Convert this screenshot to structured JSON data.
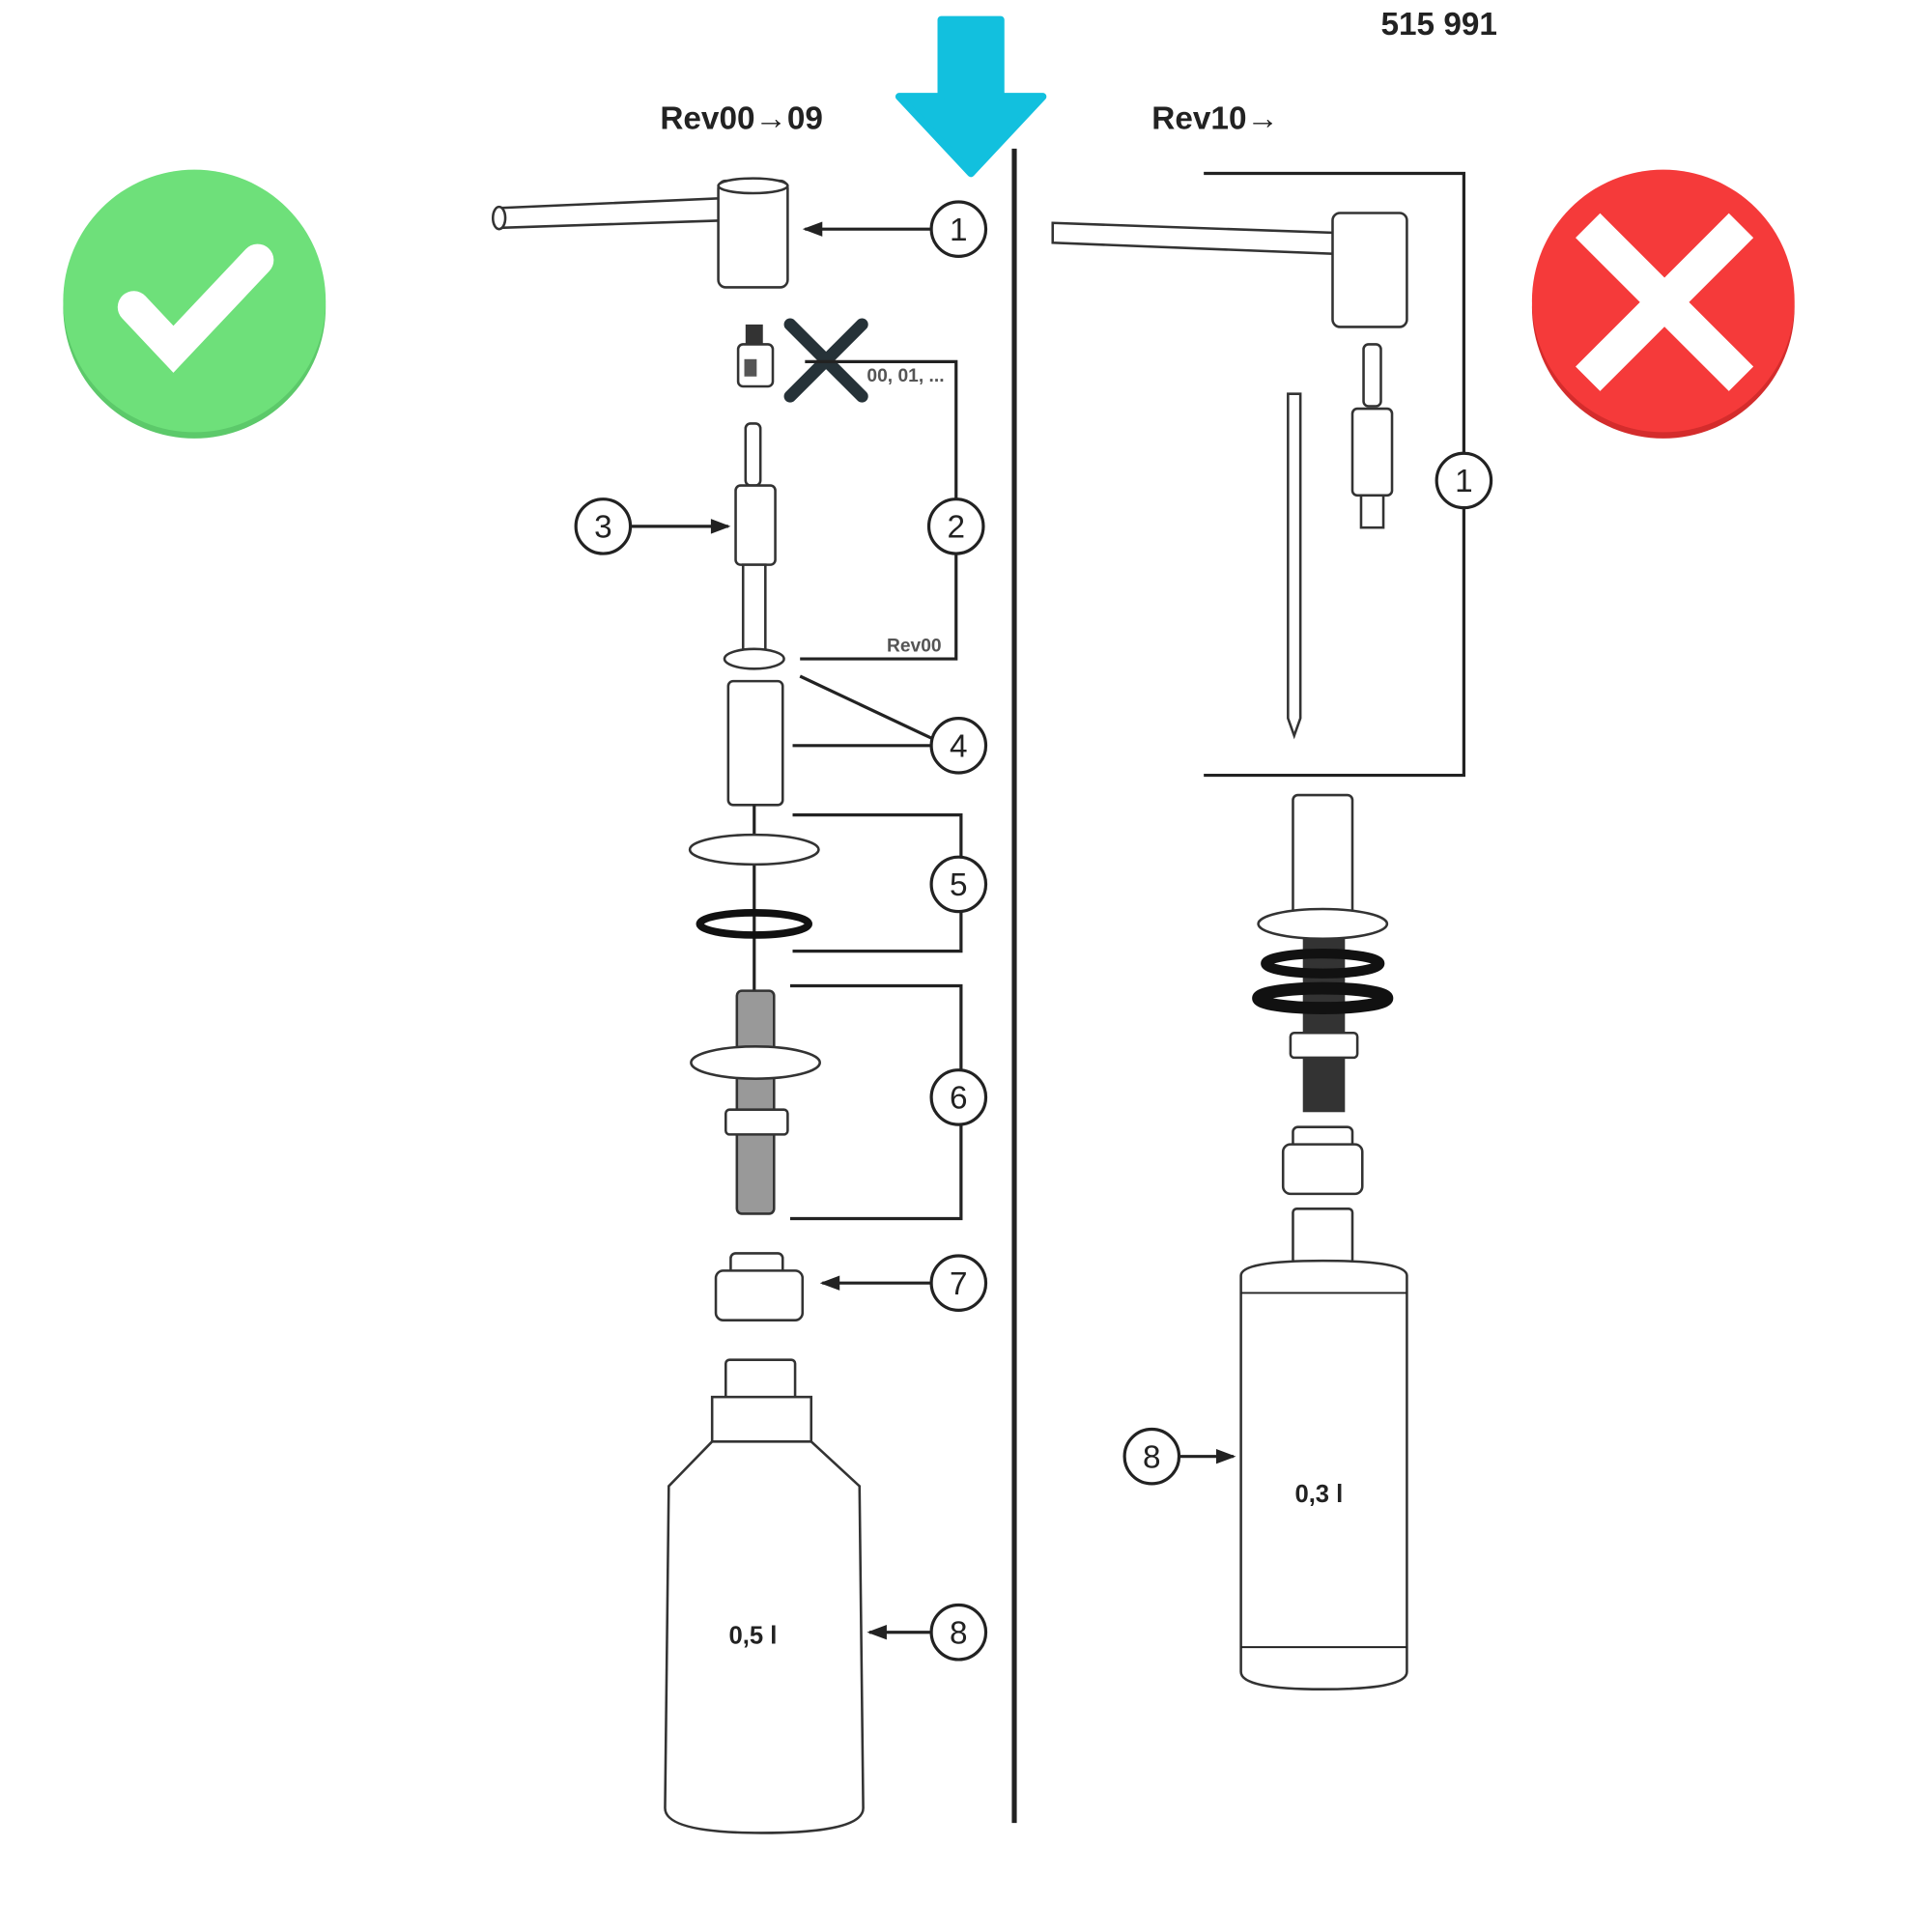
{
  "header": {
    "part_number": "515 991",
    "left_revision": "Rev00→09",
    "right_revision": "Rev10→"
  },
  "left_diagram": {
    "callouts": [
      "1",
      "2",
      "3",
      "4",
      "5",
      "6",
      "7",
      "8"
    ],
    "rev_note_top": "00, 01, ...",
    "rev_note_bottom": "Rev00",
    "bottle_label": "0,5 l",
    "status": "correct"
  },
  "right_diagram": {
    "callouts": [
      "1",
      "8"
    ],
    "bottle_label": "0,3 l",
    "status": "incorrect"
  },
  "colors": {
    "arrow": "#12c0de",
    "check": "#6ee07a",
    "cross": "#f53a3a",
    "ink": "#222222"
  },
  "icons": [
    "check-circle-icon",
    "cross-circle-icon",
    "down-arrow-icon",
    "x-mark-icon"
  ]
}
